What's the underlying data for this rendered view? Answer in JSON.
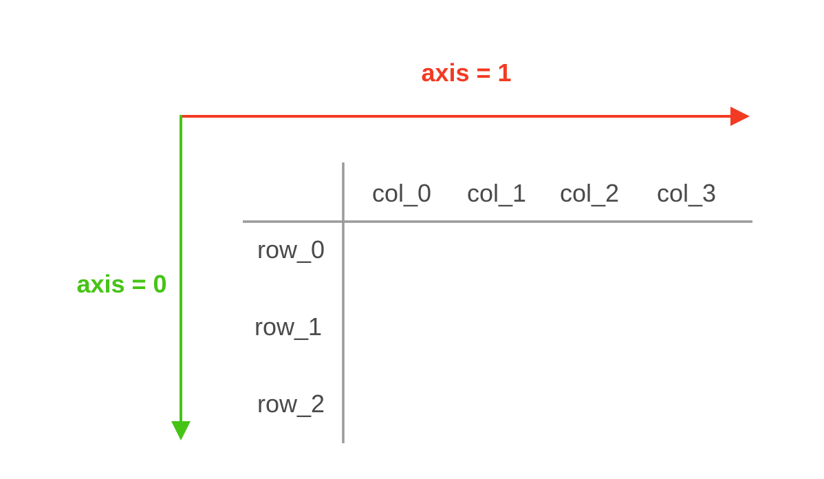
{
  "axis1": {
    "label": "axis = 1",
    "color": "#f33a22"
  },
  "axis0": {
    "label": "axis = 0",
    "color": "#45c415"
  },
  "table": {
    "columns": [
      "col_0",
      "col_1",
      "col_2",
      "col_3"
    ],
    "rows": [
      "row_0",
      "row_1",
      "row_2"
    ],
    "text_color": "#4a4a4a",
    "line_color": "#9a9a9a"
  }
}
